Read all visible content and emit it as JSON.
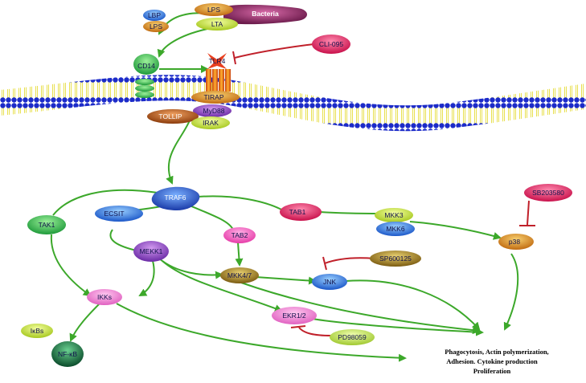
{
  "molecules": {
    "bacteria": "Bacteria",
    "lps_top": "LPS",
    "lta": "LTA",
    "lbp": "LBP",
    "lps_left": "LPS",
    "cd14": "CD14",
    "tlr4": "TLR4",
    "cli095": "CLI-095",
    "tirap": "TIRAP",
    "myd88": "MyD88",
    "tollip": "TOLLIP",
    "irak": "IRAK",
    "traf6": "TRAF6",
    "tak1": "TAK1",
    "ecsit": "ECSIT",
    "tab1": "TAB1",
    "mkk3": "MKK3",
    "mkk6": "MKK6",
    "sb203580": "SB203580",
    "p38": "p38",
    "tab2": "TAB2",
    "mekk1": "MEKK1",
    "sp600125": "SP600125",
    "mkk47": "MKK4/7",
    "jnk": "JNK",
    "ikks": "IKKs",
    "ekr12": "EKR1/2",
    "pd98059": "PD98059",
    "ikbs": "IκBs",
    "nfkb": "NF-κB"
  },
  "outcome": {
    "line1": "Phagocytosis, Actin polymerization,",
    "line2": "Adhesion. Cytokine production",
    "line3": "Proliferation"
  },
  "colors": {
    "activation_arrow": "#3ca82a",
    "inhibition": "#c0202a",
    "membrane_head": "#1c2bc9",
    "membrane_tail": "#e8e050"
  }
}
